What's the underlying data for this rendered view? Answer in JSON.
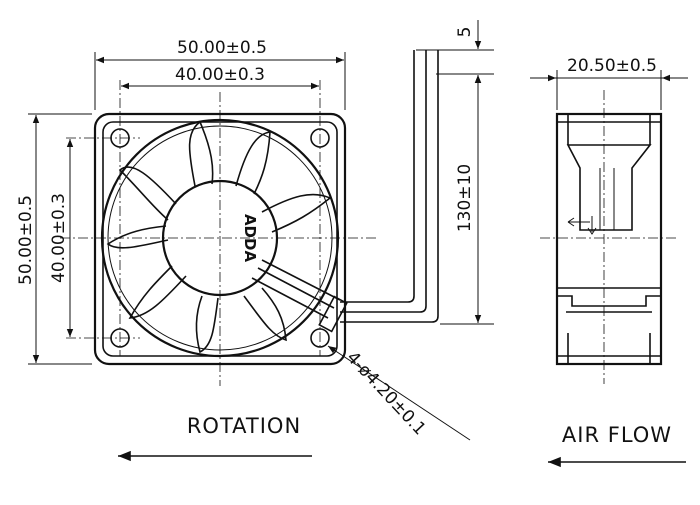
{
  "front_view": {
    "overall_width": "50.00±0.5",
    "hole_spacing_width": "40.00±0.3",
    "overall_height": "50.00±0.5",
    "hole_spacing_height": "40.00±0.3",
    "mounting_holes": "4-ø4.20±0.1",
    "brand_logo": "ADDA"
  },
  "lead_wire": {
    "length": "130±10",
    "strip_length": "5"
  },
  "side_view": {
    "thickness": "20.50±0.5"
  },
  "legend": {
    "rotation": "ROTATION",
    "air_flow": "AIR FLOW"
  }
}
